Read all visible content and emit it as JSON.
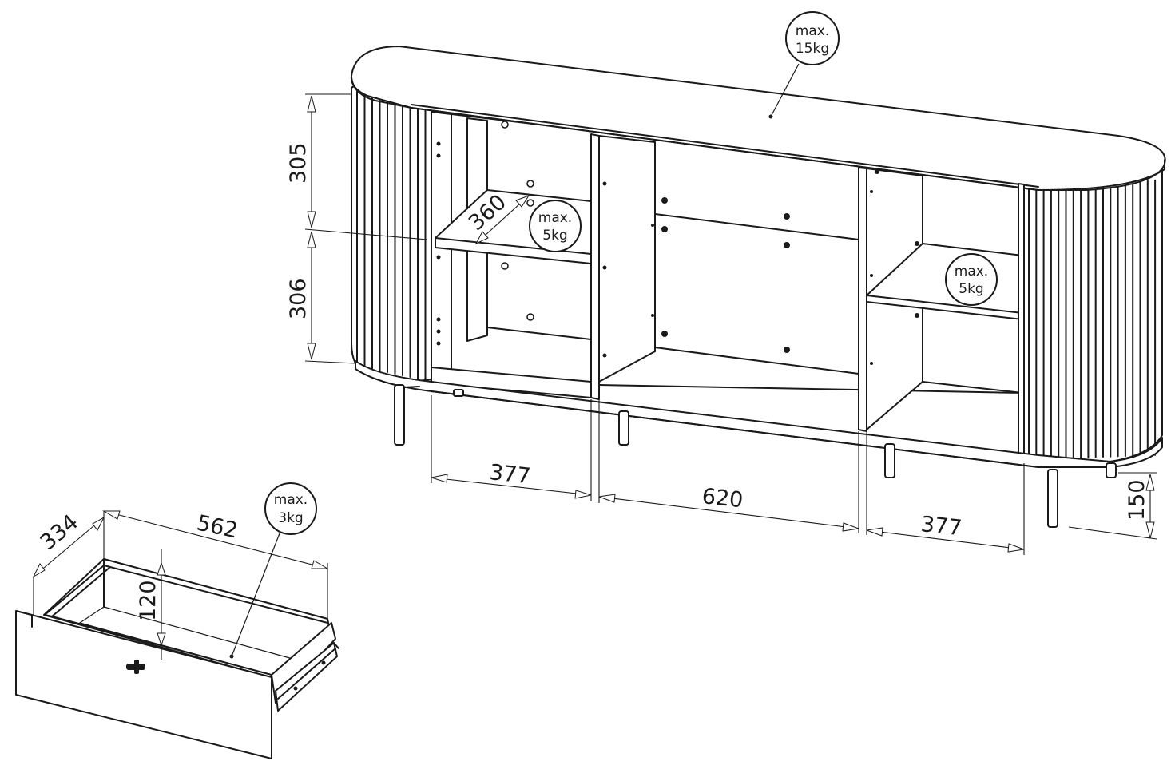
{
  "dimensions": {
    "upper_height": "305",
    "lower_height": "306",
    "shelf_depth": "360",
    "left_width": "377",
    "center_width": "620",
    "right_width": "377",
    "leg_height": "150",
    "drawer_depth": "334",
    "drawer_width": "562",
    "drawer_height": "120"
  },
  "load_badges": {
    "top": {
      "line1": "max.",
      "line2": "15kg"
    },
    "left_shelf": {
      "line1": "max.",
      "line2": "5kg"
    },
    "right_shelf": {
      "line1": "max.",
      "line2": "5kg"
    },
    "drawer": {
      "line1": "max.",
      "line2": "3kg"
    }
  },
  "colors": {
    "line": "#1a1a1a",
    "background": "#ffffff"
  }
}
